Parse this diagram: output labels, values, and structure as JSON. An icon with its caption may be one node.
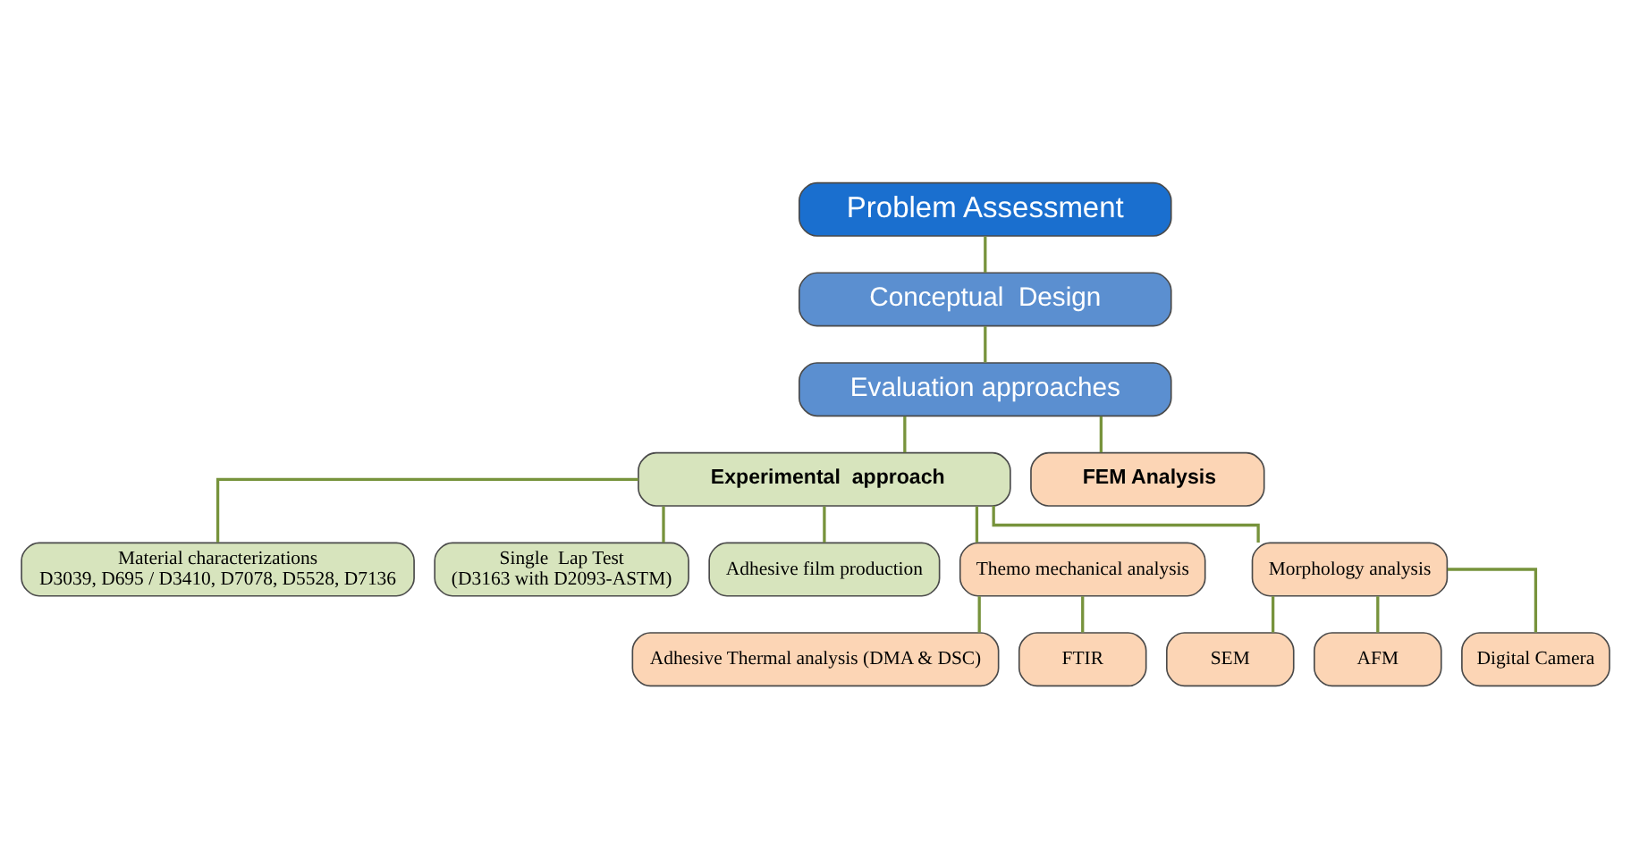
{
  "diagram": {
    "nodes": [
      {
        "text": [
          "Problem Assessment"
        ]
      },
      {
        "text": [
          "Conceptual  Design"
        ]
      },
      {
        "text": [
          "Evaluation approaches"
        ]
      },
      {
        "text": [
          "Experimental  approach"
        ]
      },
      {
        "text": [
          "FEM Analysis"
        ]
      },
      {
        "text": [
          "Material characterizations",
          "D3039, D695 / D3410, D7078, D5528, D7136"
        ]
      },
      {
        "text": [
          "Single  Lap Test",
          "(D3163 with D2093-ASTM)"
        ]
      },
      {
        "text": [
          "Adhesive film production"
        ]
      },
      {
        "text": [
          "Themo mechanical analysis"
        ]
      },
      {
        "text": [
          "Morphology analysis"
        ]
      },
      {
        "text": [
          "Adhesive Thermal analysis (DMA & DSC)"
        ]
      },
      {
        "text": [
          "FTIR"
        ]
      },
      {
        "text": [
          "SEM"
        ]
      },
      {
        "text": [
          "AFM"
        ]
      },
      {
        "text": [
          "Digital Camera"
        ]
      }
    ],
    "edges": [
      {
        "from": 0,
        "to": 1,
        "arrow": "none"
      },
      {
        "from": 1,
        "to": 2,
        "arrow": "none"
      },
      {
        "from": 2,
        "to": 3,
        "arrow": "none"
      },
      {
        "from": 2,
        "to": 4,
        "arrow": "none"
      },
      {
        "from": 3,
        "to": 5,
        "arrow": "none"
      },
      {
        "from": 3,
        "to": 6,
        "arrow": "none"
      },
      {
        "from": 3,
        "to": 7,
        "arrow": "none"
      },
      {
        "from": 3,
        "to": 8,
        "arrow": "none"
      },
      {
        "from": 3,
        "to": 9,
        "arrow": "none"
      },
      {
        "from": 8,
        "to": 10,
        "arrow": "none"
      },
      {
        "from": 8,
        "to": 11,
        "arrow": "none"
      },
      {
        "from": 9,
        "to": 12,
        "arrow": "none"
      },
      {
        "from": 9,
        "to": 13,
        "arrow": "none"
      },
      {
        "from": 9,
        "to": 14,
        "arrow": "none"
      }
    ]
  }
}
